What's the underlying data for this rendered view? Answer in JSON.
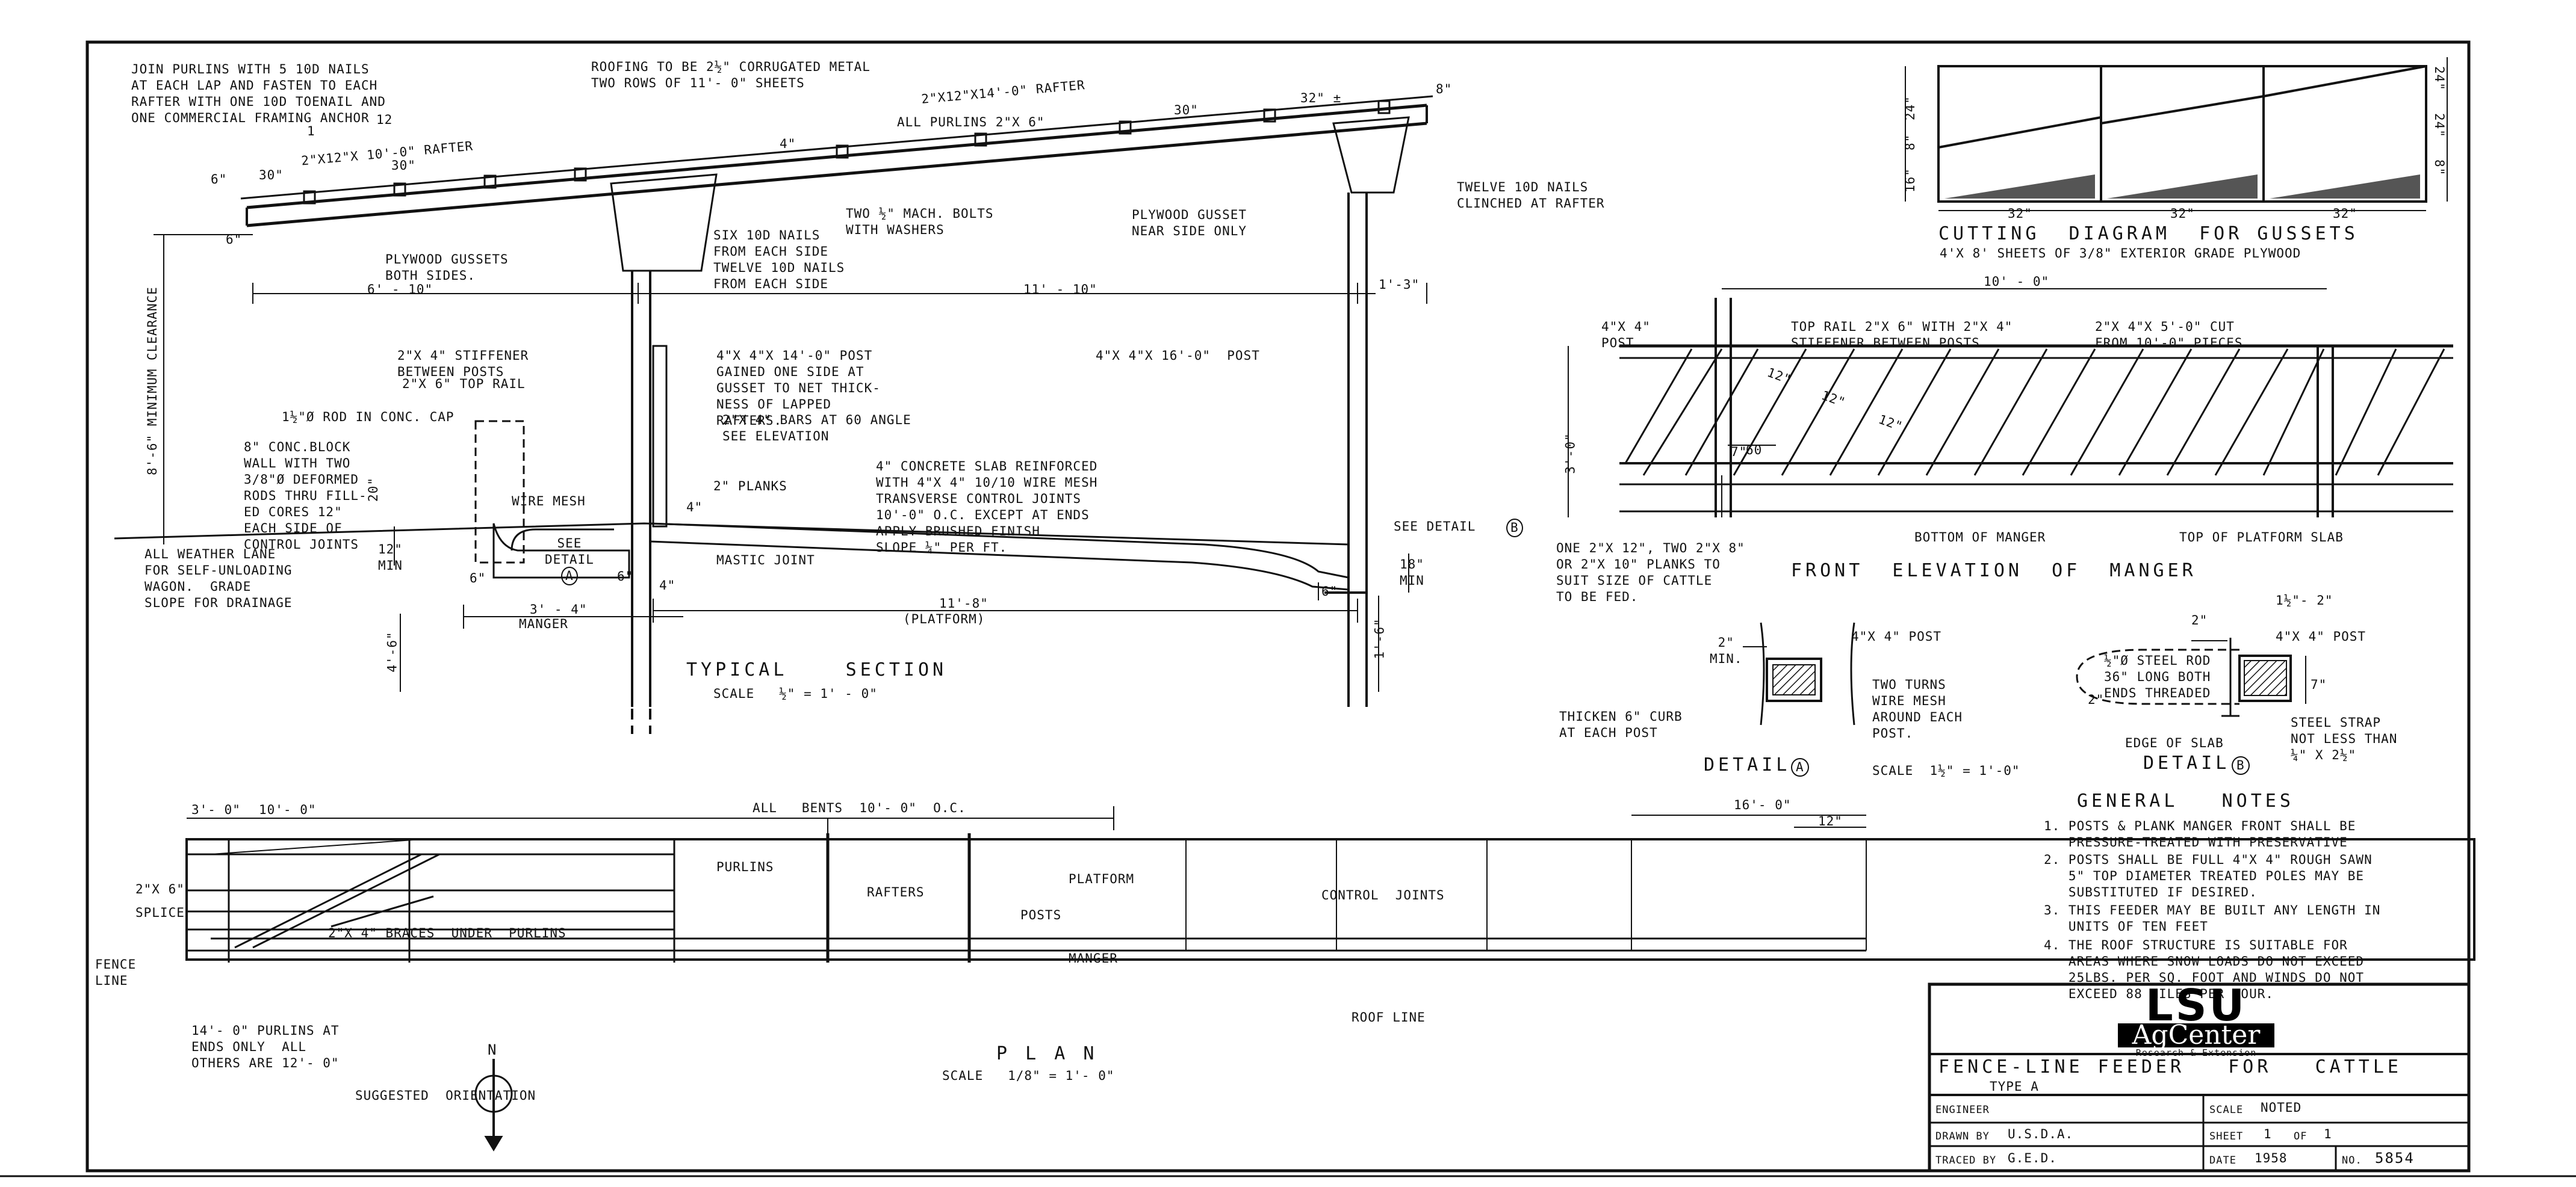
{
  "section": {
    "note_join": "JOIN PURLINS WITH 5 10D NAILS\nAT EACH LAP AND FASTEN TO EACH\nRAFTER WITH ONE 10D TOENAIL AND\nONE COMMERCIAL FRAMING ANCHOR",
    "note_roofing": "ROOFING TO BE 2½\" CORRUGATED METAL\nTWO ROWS OF 11'- 0\" SHEETS",
    "rafter_long": "2\"X12\"X14'-0\" RAFTER",
    "rafter_short": "2\"X12\"X 10'-0\" RAFTER",
    "purlins": "ALL PURLINS 2\"X 6\"",
    "slope_12": "12",
    "slope_1": "1",
    "dim_30a": "30\"",
    "dim_30b": "30\"",
    "dim_30c": "30\"",
    "dim_32": "32\" ±",
    "dim_4": "4\"",
    "dim_8a": "8\"",
    "dim_6a": "6\"",
    "dim_6b": "6\"",
    "bolts": "TWO ½\" MACH. BOLTS\nWITH WASHERS",
    "twelve_nails": "TWELVE 10D NAILS\nCLINCHED AT RAFTER",
    "gusset_near": "PLYWOOD GUSSET\nNEAR SIDE ONLY",
    "six_nails": "SIX 10D NAILS\nFROM EACH SIDE",
    "twelve_side": "TWELVE 10D NAILS\nFROM EACH SIDE",
    "gussets_both": "PLYWOOD GUSSETS\nBOTH SIDES.",
    "dim_610": "6' - 10\"",
    "dim_1110": "11' - 10\"",
    "dim_13": "1'-3\"",
    "clearance": "8'-6\" MINIMUM CLEARANCE",
    "stiffener": "2\"X 4\" STIFFENER\nBETWEEN POSTS",
    "top_rail": "2\"X 6\" TOP RAIL",
    "post_14": "4\"X 4\"X 14'-0\" POST\nGAINED ONE SIDE AT\nGUSSET TO NET THICK-\nNESS OF LAPPED\nRAFTERS.",
    "post_16": "4\"X 4\"X 16'-0\"  POST",
    "rod": "1½\"Ø ROD IN CONC. CAP",
    "bars": "2\"X 4\" BARS AT 60 ANGLE\nSEE ELEVATION",
    "block": "8\" CONC.BLOCK\nWALL WITH TWO\n3/8\"Ø DEFORMED\nRODS THRU FILL-\nED CORES 12\"\nEACH SIDE OF\nCONTROL JOINTS",
    "wire_mesh": "WIRE MESH",
    "planks": "2\" PLANKS",
    "slab": "4\" CONCRETE SLAB REINFORCED\nWITH 4\"X 4\" 10/10 WIRE MESH\nTRANSVERSE CONTROL JOINTS\n10'-0\" O.C. EXCEPT AT ENDS\nAPPLY BRUSHED FINISH\nSLOPE ¼\" PER FT.",
    "see_detail_b": "SEE DETAIL",
    "detail_b_mark": "B",
    "lane": "ALL WEATHER LANE\nFOR SELF-UNLOADING\nWAGON.  GRADE\nSLOPE FOR DRAINAGE",
    "see_detail_a": "SEE\nDETAIL",
    "detail_a_mark": "A",
    "mastic": "MASTIC JOINT",
    "dim_34": "3' - 4\"",
    "manger": "MANGER",
    "dim_118": "11'-8\"",
    "platform": "(PLATFORM)",
    "dim_20": "20\"",
    "dim_12min": "12\"\nMIN",
    "dim_4a": "4\"",
    "dim_46": "4'-6\"",
    "dim_16": "1'-6\"",
    "dim_6c": "6\"",
    "dim_6d": "6\"",
    "dim_4b": "4\"",
    "dim_6e": "6\"",
    "dim_18min": "18\"\nMIN",
    "title": "TYPICAL    SECTION",
    "scale": "SCALE   ½\" = 1' - 0\""
  },
  "cutting": {
    "title": "CUTTING  DIAGRAM  FOR GUSSETS",
    "subtitle": "4'X 8' SHEETS OF 3/8\" EXTERIOR GRADE PLYWOOD",
    "widths": [
      "32\"",
      "32\"",
      "32\""
    ],
    "heights": [
      "24\"",
      "24\"",
      "8\""
    ],
    "left_dims": [
      "24\"",
      "8\"",
      "16\""
    ]
  },
  "front": {
    "dim_top": "10' - 0\"",
    "post": "4\"X 4\"\nPOST",
    "top_rail": "TOP RAIL 2\"X 6\" WITH 2\"X 4\"\nSTIFFENER BETWEEN POSTS",
    "cut": "2\"X 4\"X 5'-0\" CUT\nFROM 10'-0\" PIECES",
    "d12a": "12\"",
    "d12b": "12\"",
    "d12c": "12\"",
    "d7": "7\"",
    "d60": "60",
    "d30": "3'-0\"",
    "bottom": "BOTTOM OF MANGER",
    "platform_top": "TOP OF PLATFORM SLAB",
    "planks": "ONE 2\"X 12\", TWO 2\"X 8\"\nOR 2\"X 10\" PLANKS TO\nSUIT SIZE OF CATTLE\nTO BE FED.",
    "title": "FRONT  ELEVATION  OF  MANGER"
  },
  "detail_a": {
    "min": "2\"\nMIN.",
    "post": "4\"X 4\" POST",
    "wire": "TWO TURNS\nWIRE MESH\nAROUND EACH\nPOST.",
    "curb": "THICKEN 6\" CURB\nAT EACH POST",
    "label": "DETAIL",
    "mark": "A",
    "scale": "SCALE  1½\" = 1'-0\""
  },
  "detail_b": {
    "d12": "1½\"- 2\"",
    "d2": "2\"",
    "post": "4\"X 4\" POST",
    "rod": "½\"Ø STEEL ROD\n36\" LONG BOTH\nENDS THREADED",
    "rod2": "2\"",
    "d7": "7\"",
    "strap": "STEEL STRAP\nNOT LESS THAN\n¼\" X 2½\"",
    "edge": "EDGE OF SLAB",
    "label": "DETAIL",
    "mark": "B"
  },
  "notes": {
    "title": "GENERAL   NOTES",
    "items": [
      "1. POSTS & PLANK MANGER FRONT SHALL BE\n   PRESSURE-TREATED WITH PRESERVATIVE",
      "2. POSTS SHALL BE FULL 4\"X 4\" ROUGH SAWN\n   5\" TOP DIAMETER TREATED POLES MAY BE\n   SUBSTITUTED IF DESIRED.",
      "3. THIS FEEDER MAY BE BUILT ANY LENGTH IN\n   UNITS OF TEN FEET",
      "4. THE ROOF STRUCTURE IS SUITABLE FOR\n   AREAS WHERE SNOW LOADS DO NOT EXCEED\n   25LBS. PER SQ. FOOT AND WINDS DO NOT\n   EXCEED 88 MILES PER HOUR."
    ]
  },
  "plan": {
    "d30": "3'- 0\"",
    "d100": "10'- 0\"",
    "bents": "ALL   BENTS  10'- 0\"  O.C.",
    "d160": "16'- 0\"",
    "d12": "12\"",
    "purlins": "PURLINS",
    "rafters": "RAFTERS",
    "platform": "PLATFORM",
    "posts": "POSTS",
    "control": "CONTROL  JOINTS",
    "manger": "MANGER",
    "braces": "2\"X 4\" BRACES  UNDER  PURLINS",
    "x26": "2\"X 6\"",
    "splice": "SPLICE",
    "fence": "FENCE\nLINE",
    "purlin_note": "14'- 0\" PURLINS AT\nENDS ONLY  ALL\nOTHERS ARE 12'- 0\"",
    "roof": "ROOF LINE",
    "title": "P L A N",
    "scale": "SCALE   1/8\" = 1'- 0\"",
    "north": "N",
    "orientation": "SUGGESTED  ORIENTATION"
  },
  "title_block": {
    "logo_top": "LSU",
    "logo_mid": "AgCenter",
    "logo_sub": "Research & Extension",
    "title": "FENCE-LINE FEEDER   FOR   CATTLE",
    "type": "TYPE A",
    "engineer_label": "ENGINEER",
    "engineer": "",
    "scale_label": "SCALE",
    "scale": "NOTED",
    "drawn_label": "DRAWN BY",
    "drawn": "U.S.D.A.",
    "sheet_label": "SHEET",
    "sheet": "1",
    "of_label": "OF",
    "of": "1",
    "traced_label": "TRACED BY",
    "traced": "G.E.D.",
    "date_label": "DATE",
    "date": "1958",
    "no_label": "NO.",
    "no": "5854"
  }
}
